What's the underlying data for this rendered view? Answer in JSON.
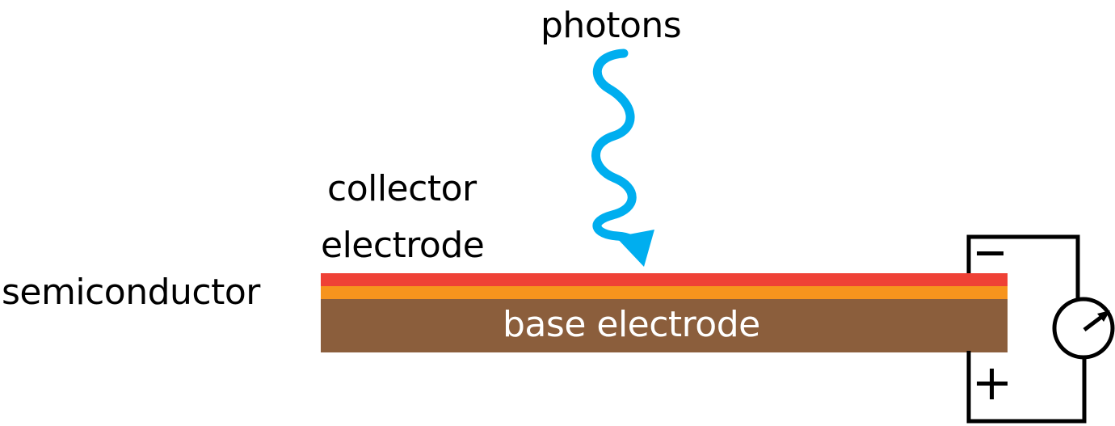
{
  "labels": {
    "photons": "photons",
    "collector_line1": "collector",
    "collector_line2": "electrode",
    "semiconductor": "semiconductor",
    "base": "base electrode",
    "minus": "−",
    "plus": "+"
  },
  "colors": {
    "photon": "#00aeef",
    "collector": "#ef4136",
    "semiconductor": "#f7941d",
    "base": "#8b5e3c",
    "wire": "#000000"
  }
}
